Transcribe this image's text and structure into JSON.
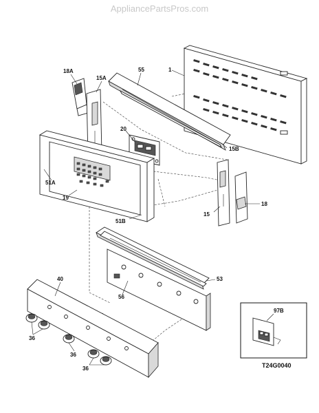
{
  "watermark": "AppliancePartsPros.com",
  "diagram_code": "T24G0040",
  "callouts": {
    "c18A": "18A",
    "c15A": "15A",
    "c55": "55",
    "c1": "1",
    "c20": "20",
    "c15B": "15B",
    "c51A": "51A",
    "c19": "19",
    "c51B": "51B",
    "c15": "15",
    "c18": "18",
    "c40": "40",
    "c53": "53",
    "c56": "56",
    "c36a": "36",
    "c36b": "36",
    "c36c": "36",
    "c97B": "97B"
  }
}
